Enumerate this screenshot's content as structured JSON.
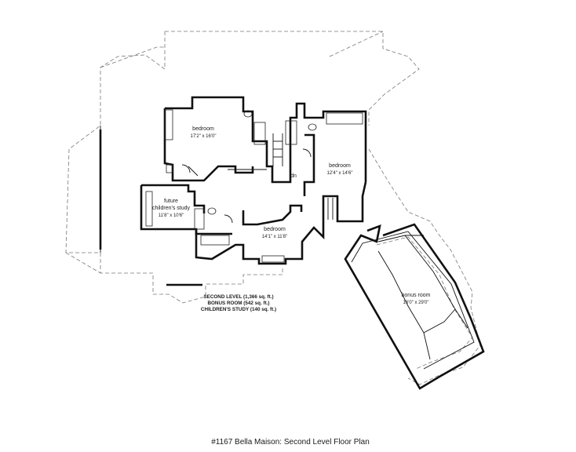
{
  "rooms": {
    "bedroom_nw": {
      "name": "bedroom",
      "dims": "17'2\" x 16'0\""
    },
    "bedroom_e": {
      "name": "bedroom",
      "dims": "12'4\" x 14'6\""
    },
    "bedroom_s": {
      "name": "bedroom",
      "dims": "14'1\" x 11'8\""
    },
    "study": {
      "name_line1": "future",
      "name_line2": "children's study",
      "dims": "11'8\" x 10'6\""
    },
    "bonus": {
      "name": "bonus room",
      "dims": "16'0\" x 29'0\""
    }
  },
  "stair_label": "dn",
  "areas": [
    "SECOND LEVEL (1,366 sq. ft.)",
    "BONUS ROOM (542 sq. ft.)",
    "CHILDREN'S STUDY (140 sq. ft.)"
  ],
  "caption": "#1167 Bella Maison: Second Level Floor Plan",
  "colors": {
    "walls": "#111111",
    "roof_outline": "#777777",
    "background": "#ffffff"
  }
}
